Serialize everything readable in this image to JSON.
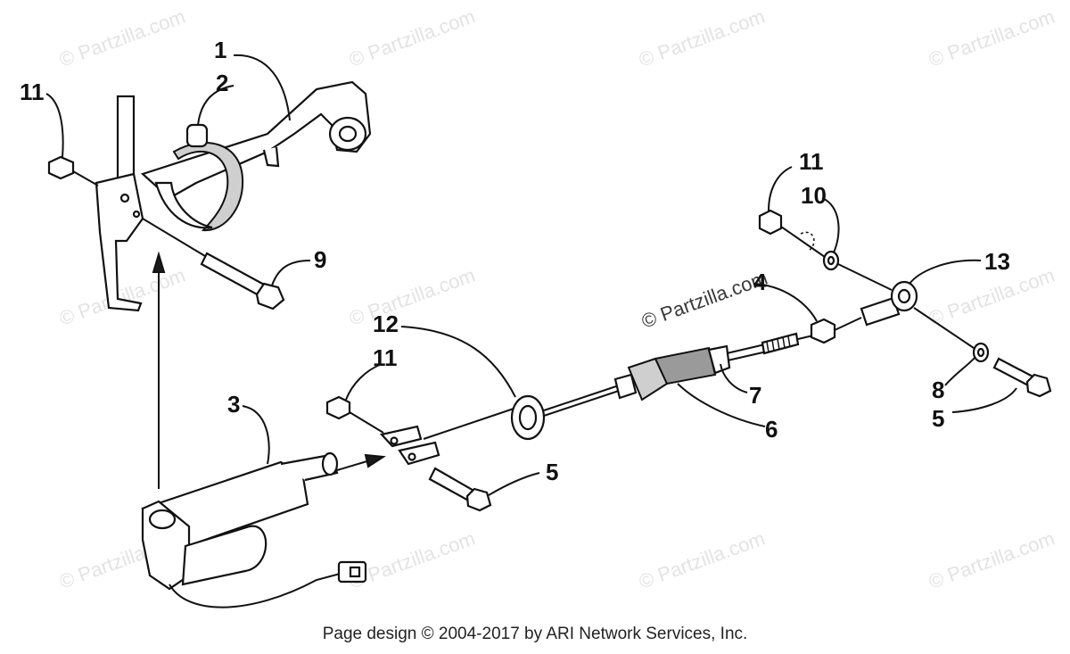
{
  "watermark": {
    "text": "© Partzilla.com"
  },
  "callouts": {
    "c1": "1",
    "c2": "2",
    "c3": "3",
    "c4": "4",
    "c5a": "5",
    "c5b": "5",
    "c6": "6",
    "c7": "7",
    "c8": "8",
    "c9": "9",
    "c10": "10",
    "c11a": "11",
    "c11b": "11",
    "c11c": "11",
    "c12": "12",
    "c13": "13"
  },
  "footer": {
    "text": "Page design © 2004-2017 by ARI Network Services, Inc."
  }
}
